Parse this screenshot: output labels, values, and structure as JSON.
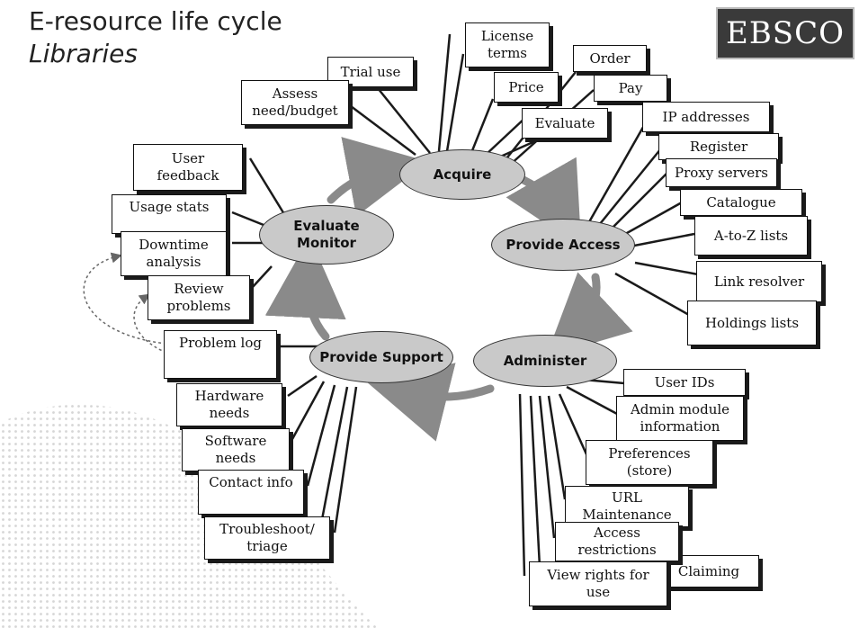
{
  "header": {
    "title": "E-resource life cycle",
    "subtitle": "Libraries",
    "logo": "EBSCO"
  },
  "stages": {
    "acquire": "Acquire",
    "provide_access": "Provide Access",
    "administer": "Administer",
    "provide_support": "Provide Support",
    "evaluate_monitor": "Evaluate\nMonitor"
  },
  "acquire_tasks": {
    "license_terms": "License\nterms",
    "trial_use": "Trial use",
    "assess_need": "Assess\nneed/budget",
    "price": "Price",
    "evaluate": "Evaluate",
    "order": "Order",
    "pay": "Pay"
  },
  "access_tasks": {
    "ip_addresses": "IP addresses",
    "register": "Register",
    "proxy_servers": "Proxy servers",
    "catalogue": "Catalogue",
    "a_to_z": "A-to-Z lists",
    "link_resolver": "Link resolver",
    "holdings_lists": "Holdings lists"
  },
  "admin_tasks": {
    "user_ids": "User IDs",
    "admin_module": "Admin module\ninformation",
    "preferences": "Preferences\n(store)",
    "url_maintenance": "URL\nMaintenance",
    "access_restrictions": "Access\nrestrictions",
    "claiming": "Claiming",
    "view_rights": "View rights for\nuse"
  },
  "support_tasks": {
    "problem_log": "Problem log",
    "hardware_needs": "Hardware\nneeds",
    "software_needs": "Software\nneeds",
    "contact_info": "Contact info",
    "troubleshoot": "Troubleshoot/\ntriage"
  },
  "evaluate_tasks": {
    "user_feedback": "User\nfeedback",
    "usage_stats": "Usage stats",
    "downtime": "Downtime\nanalysis",
    "review_problems": "Review\nproblems"
  }
}
